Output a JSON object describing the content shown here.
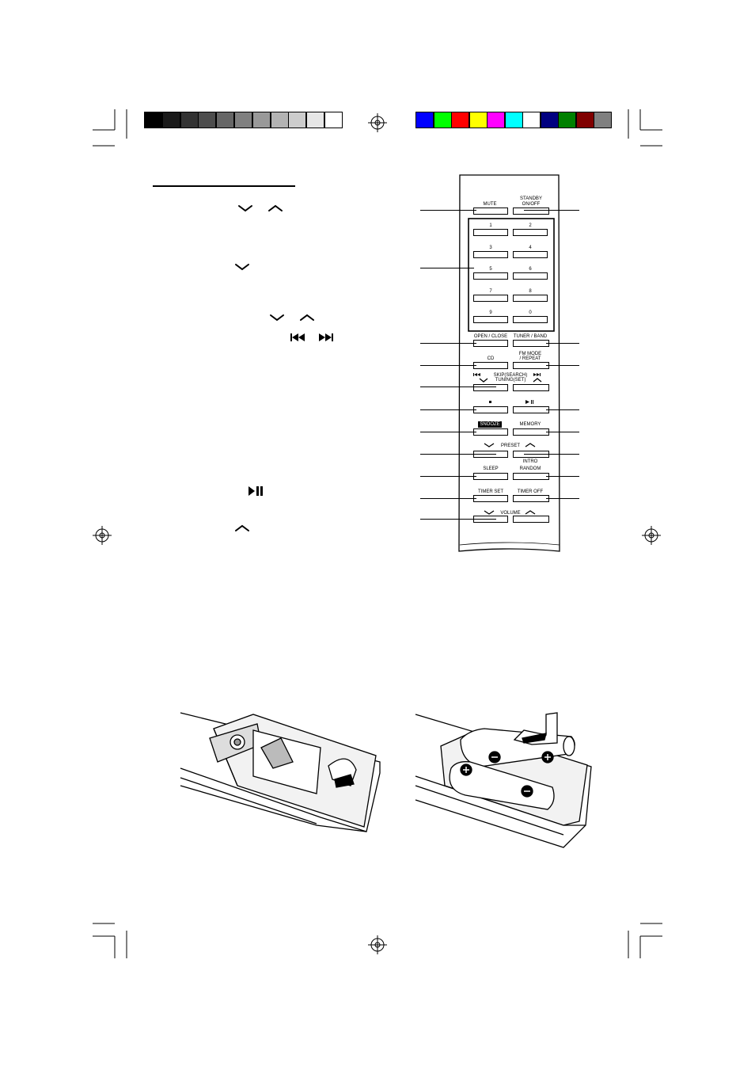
{
  "registration": {
    "gray_swatches": [
      "#000000",
      "#1a1a1a",
      "#333333",
      "#4d4d4d",
      "#666666",
      "#808080",
      "#999999",
      "#b3b3b3",
      "#cccccc",
      "#e6e6e6",
      "#ffffff"
    ],
    "color_swatches": [
      "#0000ff",
      "#00ff00",
      "#ff0000",
      "#ffff00",
      "#ff00ff",
      "#00ffff",
      "#ffffff",
      "#000080",
      "#008000",
      "#800000",
      "#808080"
    ]
  },
  "remote": {
    "mute": "MUTE",
    "standby_line1": "STANDBY",
    "standby_line2": "ON/OFF",
    "digits": [
      "1",
      "2",
      "3",
      "4",
      "5",
      "6",
      "7",
      "8",
      "9",
      "0"
    ],
    "open_close": "OPEN / CLOSE",
    "tuner_band": "TUNER / BAND",
    "cd": "CD",
    "fm_mode_line1": "FM MODE",
    "fm_mode_line2": "/ REPEAT",
    "skip_search": "SKIP(SEARCH)",
    "tuning_set": "TUNING(SET)",
    "snooze": "SNOOZE",
    "memory": "MEMORY",
    "preset": "PRESET",
    "intro": "INTRO",
    "sleep": "SLEEP",
    "random": "RANDOM",
    "timer_set": "TIMER SET",
    "timer_off": "TIMER OFF",
    "volume": "VOLUME"
  }
}
